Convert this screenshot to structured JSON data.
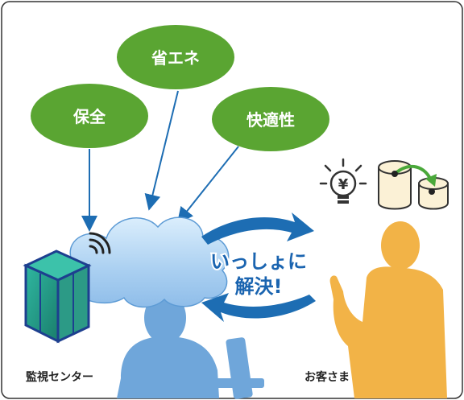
{
  "bubbles": {
    "maintenance": "保全",
    "energy_saving": "省エネ",
    "comfort": "快適性"
  },
  "center_message": {
    "line1": "いっしょに",
    "line2": "解決!"
  },
  "labels": {
    "monitoring_center": "監視センター",
    "customer": "お客さま"
  },
  "icons": {
    "bulb_symbol": "¥"
  },
  "colors": {
    "bubble_green": "#5aa532",
    "arrow_blue": "#1d6db3",
    "cloud_blue": "#a8cdf0",
    "operator_blue": "#6fa6da",
    "customer_orange": "#f2b347",
    "text_blue": "#1a64b0"
  }
}
